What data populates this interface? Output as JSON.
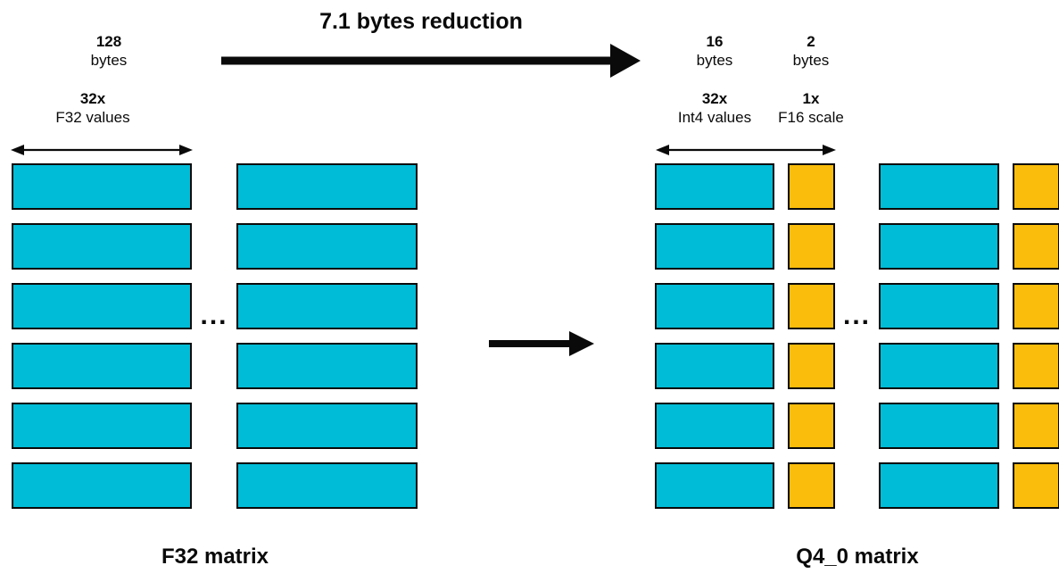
{
  "header": {
    "title": "7.1 bytes reduction"
  },
  "colors": {
    "value_fill": "#00BCD6",
    "scale_fill": "#FBBD0B",
    "outline": "#0a0a0a"
  },
  "f32": {
    "bytes_value": "128",
    "bytes_unit": "bytes",
    "count_value": "32x",
    "count_unit": "F32 values",
    "ellipsis": "...",
    "matrix_label": "F32 matrix"
  },
  "q4": {
    "values_bytes_value": "16",
    "values_bytes_unit": "bytes",
    "scale_bytes_value": "2",
    "scale_bytes_unit": "bytes",
    "values_count_value": "32x",
    "values_count_unit": "Int4 values",
    "scale_count_value": "1x",
    "scale_count_unit": "F16 scale",
    "ellipsis": "...",
    "matrix_label": "Q4_0 matrix"
  }
}
